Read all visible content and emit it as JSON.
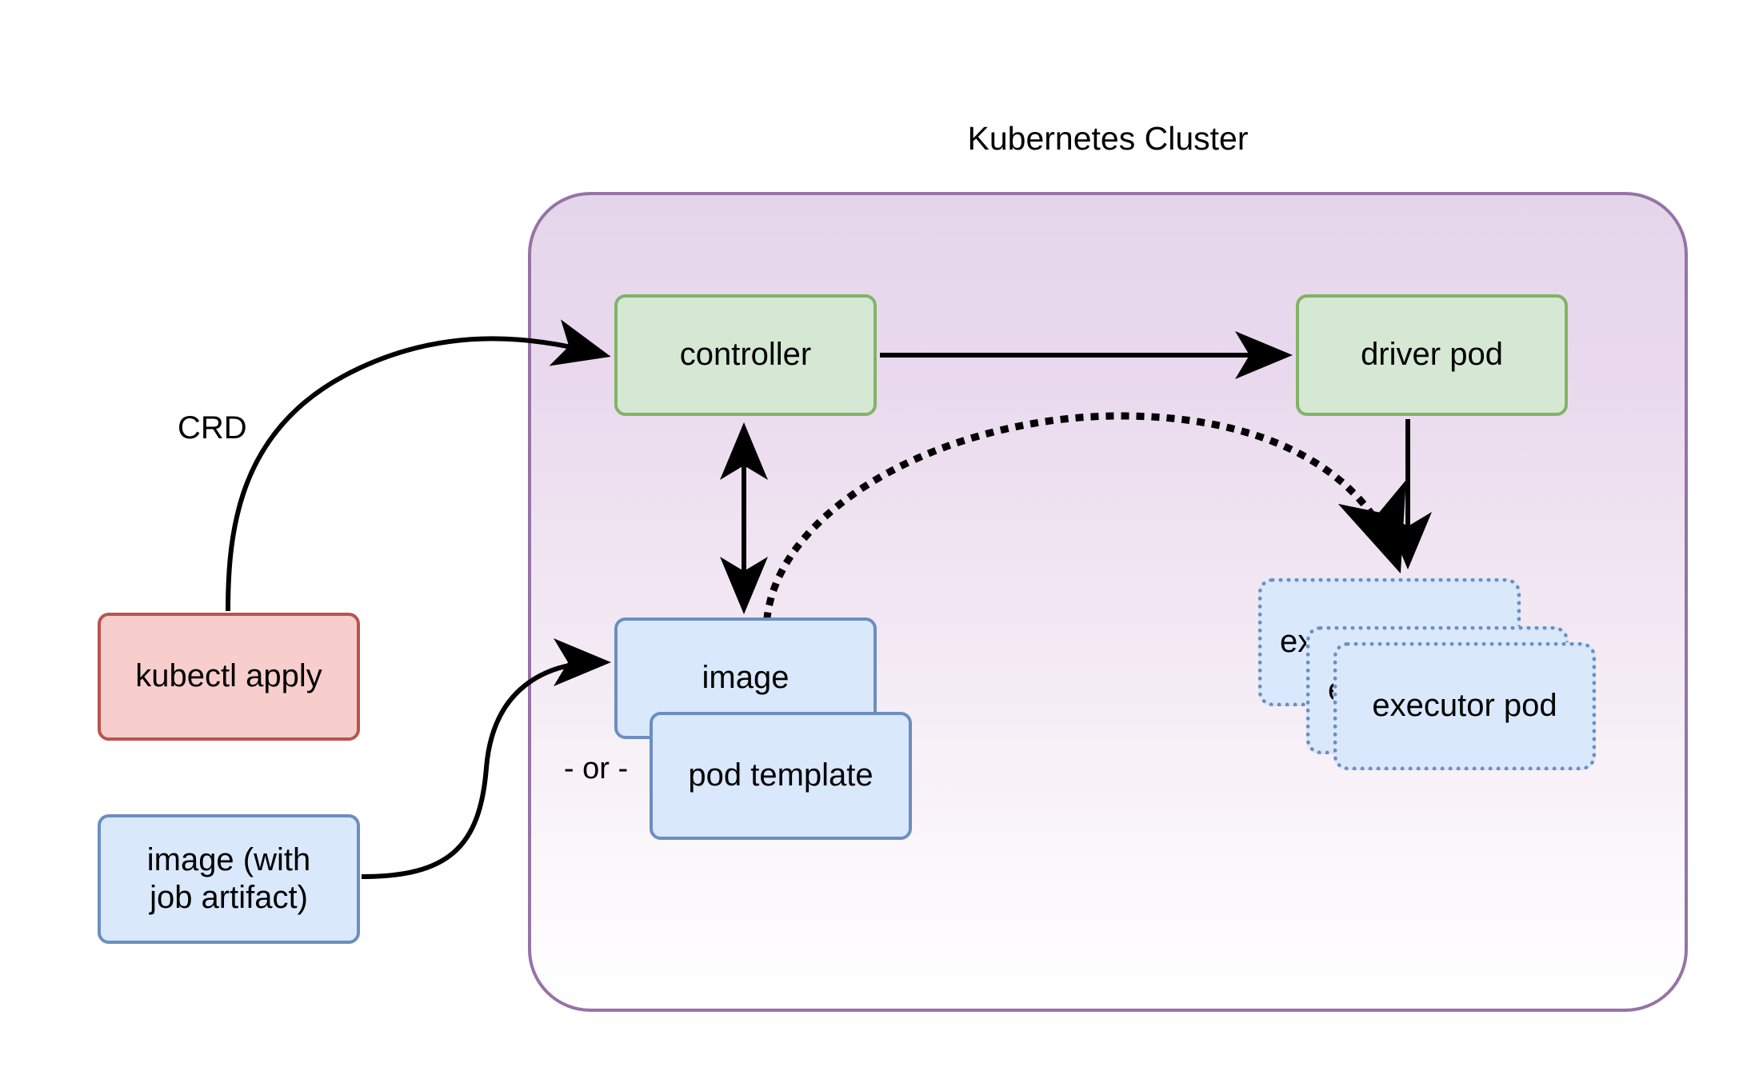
{
  "diagram": {
    "title": "Kubernetes Cluster",
    "cluster": {
      "label": "Kubernetes Cluster",
      "border_color": "#9673a6",
      "fill_from": "#e4d6ea",
      "fill_to": "#ffffff"
    },
    "nodes": [
      {
        "id": "kubectl-apply",
        "label": "kubectl apply",
        "style": "red",
        "fill": "#f8cecc",
        "stroke": "#b85450"
      },
      {
        "id": "image-artifact",
        "label": "image (with\njob artifact)",
        "style": "blue",
        "fill": "#dae8fc",
        "stroke": "#6c8ebf"
      },
      {
        "id": "controller",
        "label": "controller",
        "style": "green",
        "fill": "#d5e8d4",
        "stroke": "#82b366"
      },
      {
        "id": "driver-pod",
        "label": "driver pod",
        "style": "green",
        "fill": "#d5e8d4",
        "stroke": "#82b366"
      },
      {
        "id": "image",
        "label": "image",
        "style": "blue",
        "fill": "#dae8fc",
        "stroke": "#6c8ebf"
      },
      {
        "id": "pod-template",
        "label": "pod template",
        "style": "blue",
        "fill": "#dae8fc",
        "stroke": "#6c8ebf"
      },
      {
        "id": "executor-1",
        "label": "executor pod",
        "style": "blue-dotted",
        "fill": "#dae8fc",
        "stroke": "#6c8ebf"
      },
      {
        "id": "executor-2",
        "label": "executor pod",
        "style": "blue-dotted",
        "fill": "#dae8fc",
        "stroke": "#6c8ebf"
      },
      {
        "id": "executor-3",
        "label": "executor pod",
        "style": "blue-dotted",
        "fill": "#dae8fc",
        "stroke": "#6c8ebf"
      }
    ],
    "node_labels": {
      "kubectl_apply": "kubectl apply",
      "image_artifact_line1": "image (with",
      "image_artifact_line2": "job artifact)",
      "controller": "controller",
      "driver_pod": "driver pod",
      "image": "image",
      "pod_template": "pod template",
      "executor_pod": "executor pod"
    },
    "edges": [
      {
        "id": "crd",
        "from": "kubectl-apply",
        "to": "controller",
        "label": "CRD",
        "style": "solid-curved",
        "arrow": "end"
      },
      {
        "id": "artifact-to-image",
        "from": "image-artifact",
        "to": "image",
        "label": "",
        "style": "solid-curved",
        "arrow": "end"
      },
      {
        "id": "controller-to-driver",
        "from": "controller",
        "to": "driver-pod",
        "label": "",
        "style": "solid",
        "arrow": "end"
      },
      {
        "id": "controller-image",
        "from": "controller",
        "to": "image",
        "label": "",
        "style": "solid",
        "arrow": "both"
      },
      {
        "id": "driver-to-executors",
        "from": "driver-pod",
        "to": "executor-1",
        "label": "",
        "style": "solid",
        "arrow": "end"
      },
      {
        "id": "image-to-executors",
        "from": "image",
        "to": "executor-1",
        "label": "",
        "style": "dotted-curved",
        "arrow": "end"
      }
    ],
    "edge_labels": {
      "crd": "CRD",
      "or": "- or -"
    },
    "colors": {
      "edge_stroke": "#000000",
      "text": "#000000",
      "background": "#ffffff"
    }
  }
}
